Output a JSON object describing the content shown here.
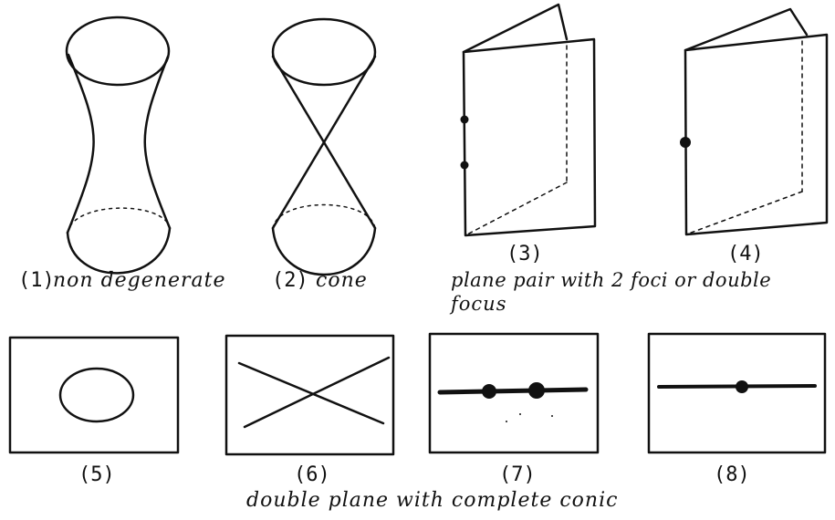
{
  "figures": [
    {
      "id": 1,
      "label": "(1)",
      "caption": "non degenerate"
    },
    {
      "id": 2,
      "label": "(2)",
      "caption": "cone"
    },
    {
      "id": 3,
      "label": "(3)"
    },
    {
      "id": 4,
      "label": "(4)"
    },
    {
      "id": 5,
      "label": "(5)"
    },
    {
      "id": 6,
      "label": "(6)"
    },
    {
      "id": 7,
      "label": "(7)"
    },
    {
      "id": 8,
      "label": "(8)"
    }
  ],
  "captions": {
    "plane_pair_line1": "plane pair with 2 foci or double",
    "plane_pair_line2": "focus",
    "double_plane": "double plane with complete conic"
  },
  "colors": {
    "ink": "#111111",
    "background": "#ffffff"
  }
}
